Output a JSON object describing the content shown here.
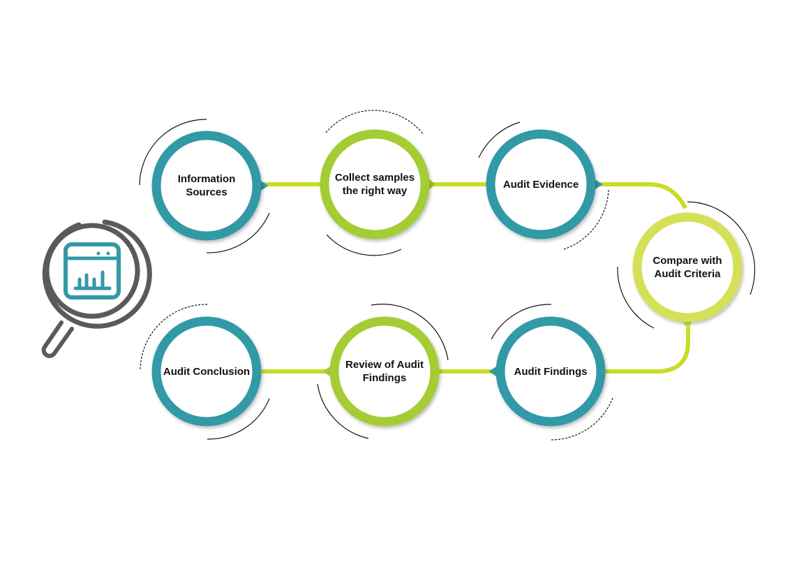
{
  "diagram": {
    "type": "audit-process-flow",
    "colors": {
      "teal": "#3399a6",
      "green": "#a5cc35",
      "lime": "#d4e157",
      "connector": "#c8dc28",
      "icon_gray": "#5a5a5a",
      "text": "#111111",
      "arc": "#111111"
    },
    "icon": {
      "name": "magnifier-dashboard-icon",
      "description": "Magnifying glass over a browser window with bar chart"
    },
    "steps": [
      {
        "id": "information-sources",
        "label": "Information\nSources",
        "color": "teal"
      },
      {
        "id": "collect-samples",
        "label": "Collect samples\nthe right way",
        "color": "green"
      },
      {
        "id": "audit-evidence",
        "label": "Audit Evidence",
        "color": "teal"
      },
      {
        "id": "compare-criteria",
        "label": "Compare with\nAudit Criteria",
        "color": "lime"
      },
      {
        "id": "audit-findings",
        "label": "Audit Findings",
        "color": "teal"
      },
      {
        "id": "review-findings",
        "label": "Review of Audit\nFindings",
        "color": "green"
      },
      {
        "id": "audit-conclusion",
        "label": "Audit Conclusion",
        "color": "teal"
      }
    ]
  }
}
